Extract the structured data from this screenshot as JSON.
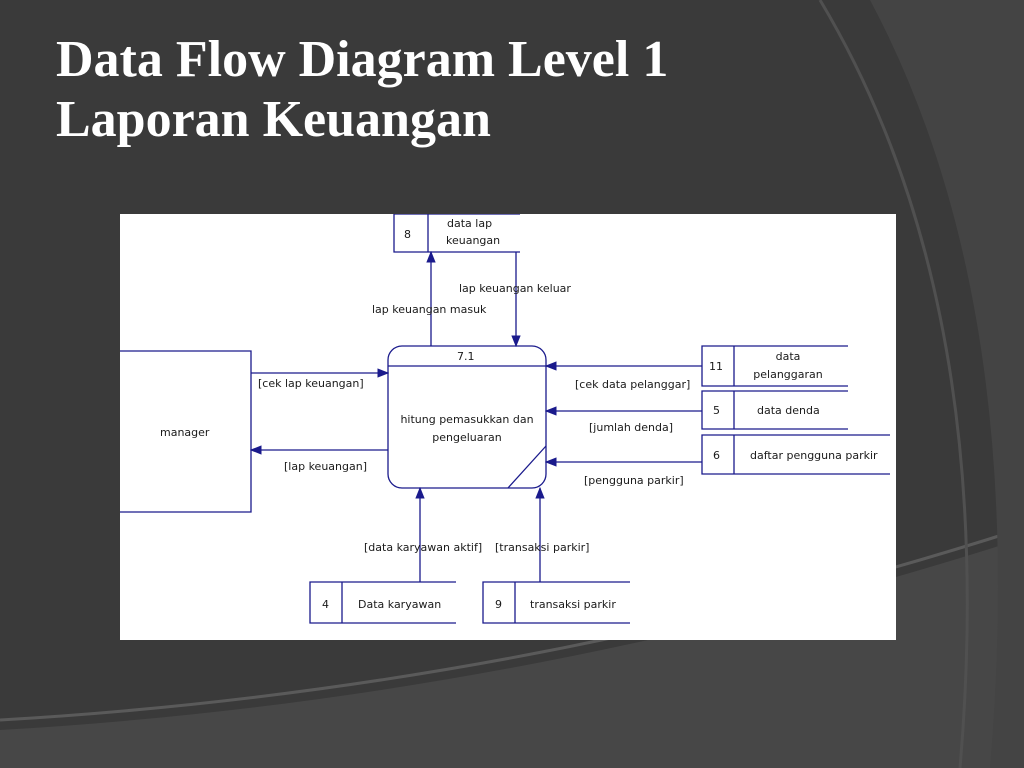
{
  "slide": {
    "title_line1": "Data Flow Diagram Level 1",
    "title_line2": "Laporan Keuangan"
  },
  "colors": {
    "background": "#3a3a3a",
    "diagram_stroke": "#1a1a8c",
    "title": "#ffffff"
  },
  "diagram": {
    "entity": {
      "name": "manager"
    },
    "process": {
      "id": "7.1",
      "name_line1": "hitung pemasukkan dan",
      "name_line2": "pengeluaran"
    },
    "stores": {
      "lap_keuangan": {
        "id": "8",
        "name_line1": "data lap",
        "name_line2": "keuangan"
      },
      "pelanggaran": {
        "id": "11",
        "name_line1": "data",
        "name_line2": "pelanggaran"
      },
      "denda": {
        "id": "5",
        "name": "data denda"
      },
      "pengguna_parkir": {
        "id": "6",
        "name": "daftar pengguna parkir"
      },
      "karyawan": {
        "id": "4",
        "name": "Data karyawan"
      },
      "transaksi": {
        "id": "9",
        "name": "transaksi parkir"
      }
    },
    "flows": {
      "lap_keuangan_masuk": "lap keuangan masuk",
      "lap_keuangan_keluar": "lap keuangan keluar",
      "cek_lap_keuangan": "[cek lap keuangan]",
      "lap_keuangan": "[lap keuangan]",
      "cek_data_pelanggar": "[cek data pelanggar]",
      "jumlah_denda": "[jumlah denda]",
      "pengguna_parkir": "[pengguna parkir]",
      "data_karyawan_aktif": "[data karyawan aktif]",
      "transaksi_parkir": "[transaksi parkir]"
    }
  }
}
